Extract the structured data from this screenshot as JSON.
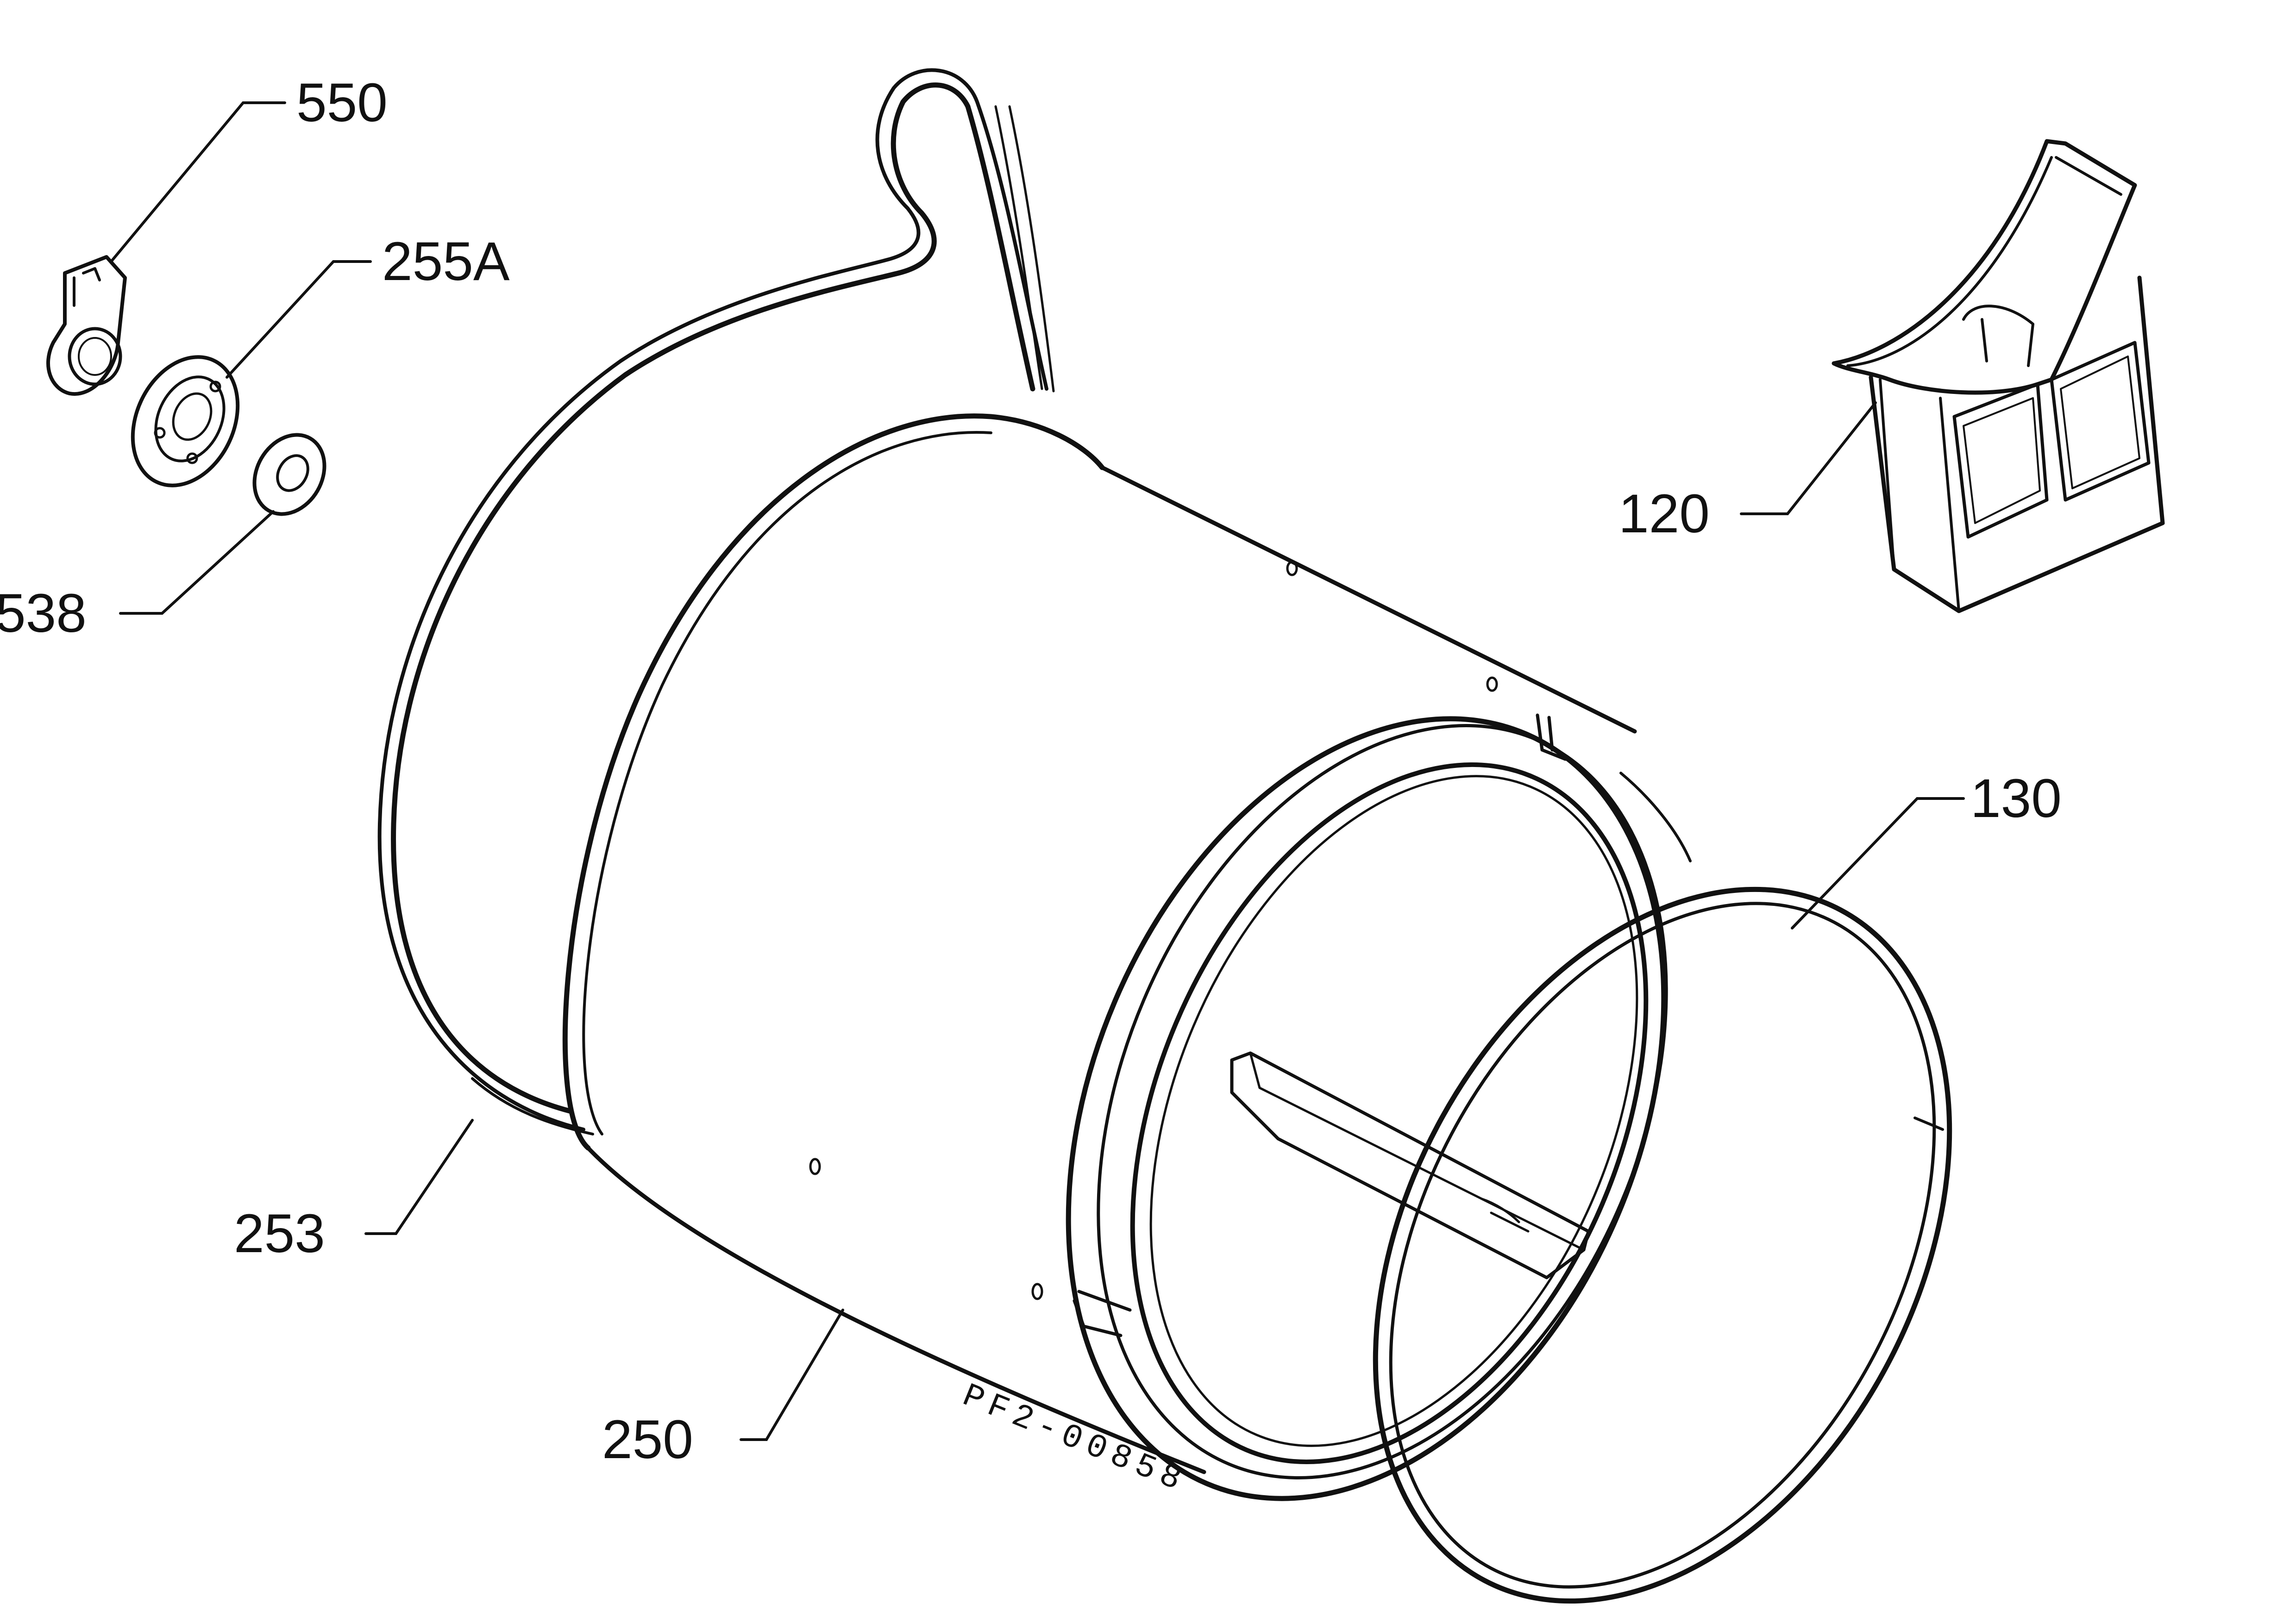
{
  "diagram": {
    "drawing_code": "PF2-00858",
    "callouts": [
      {
        "id": "550",
        "label": "550"
      },
      {
        "id": "255A",
        "label": "255A"
      },
      {
        "id": "538",
        "label": "538"
      },
      {
        "id": "120",
        "label": "120"
      },
      {
        "id": "130",
        "label": "130"
      },
      {
        "id": "253",
        "label": "253"
      },
      {
        "id": "250",
        "label": "250"
      }
    ],
    "colors": {
      "ink": "#111111",
      "paper": "#ffffff"
    }
  }
}
